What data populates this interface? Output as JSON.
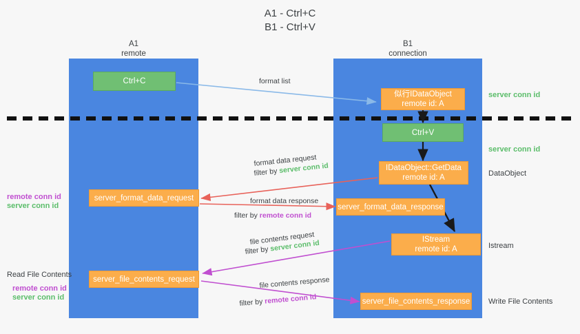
{
  "title": "A1 - Ctrl+C\nB1 - Ctrl+V",
  "lanes": [
    {
      "name": "lane-a",
      "header": "A1\nremote"
    },
    {
      "name": "lane-b",
      "header": "B1\nconnection"
    }
  ],
  "boxes": {
    "ctrl_c": "Ctrl+C",
    "idataobject": "似行IDataObject\nremote id: A",
    "ctrl_v": "Ctrl+V",
    "getdata": "IDataObject::GetData\nremote id: A",
    "server_format_data_request": "server_format_data_request",
    "server_format_data_response": "server_format_data_response",
    "istream": "IStream\nremote id: A",
    "server_file_contents_request": "server_file_contents_request",
    "server_file_contents_response": "server_file_contents_response"
  },
  "edges": {
    "format_list": "format list",
    "format_data_request": "format data request",
    "format_data_request_filter_prefix": "filter by ",
    "format_data_request_filter_value": "server conn id",
    "format_data_response": "format data response",
    "format_data_response_filter_prefix": "filter by ",
    "format_data_response_filter_value": "remote conn id",
    "file_contents_request": "file contents request",
    "file_contents_request_filter_prefix": "filter by ",
    "file_contents_request_filter_value": "server conn id",
    "file_contents_response": "file contents response",
    "file_contents_response_filter_prefix": "filter by ",
    "file_contents_response_filter_value": "remote conn id"
  },
  "right_labels": {
    "server_conn_id_top": "server conn id",
    "server_conn_id_mid": "server conn id",
    "dataobject": "DataObject",
    "istream": "Istream",
    "write_file_contents": "Write File Contents"
  },
  "left_labels": {
    "remote_conn_id_mid": "remote conn id",
    "server_conn_id_mid": "server conn id",
    "read_file_contents": "Read File Contents",
    "remote_conn_id_bottom": "remote conn id",
    "server_conn_id_bottom": "server conn id"
  },
  "colors": {
    "lane": "#4a86e0",
    "green_box": "#70bf73",
    "orange_box": "#fbad4b",
    "server_conn_id": "#5bbd6a",
    "remote_conn_id": "#c04fd0",
    "arrow_format_list": "#8ab9e8",
    "arrow_format_data": "#e8625a",
    "arrow_object_flow": "#1a1a1a",
    "arrow_file_contents": "#c04fd0",
    "divider": "#111111"
  }
}
